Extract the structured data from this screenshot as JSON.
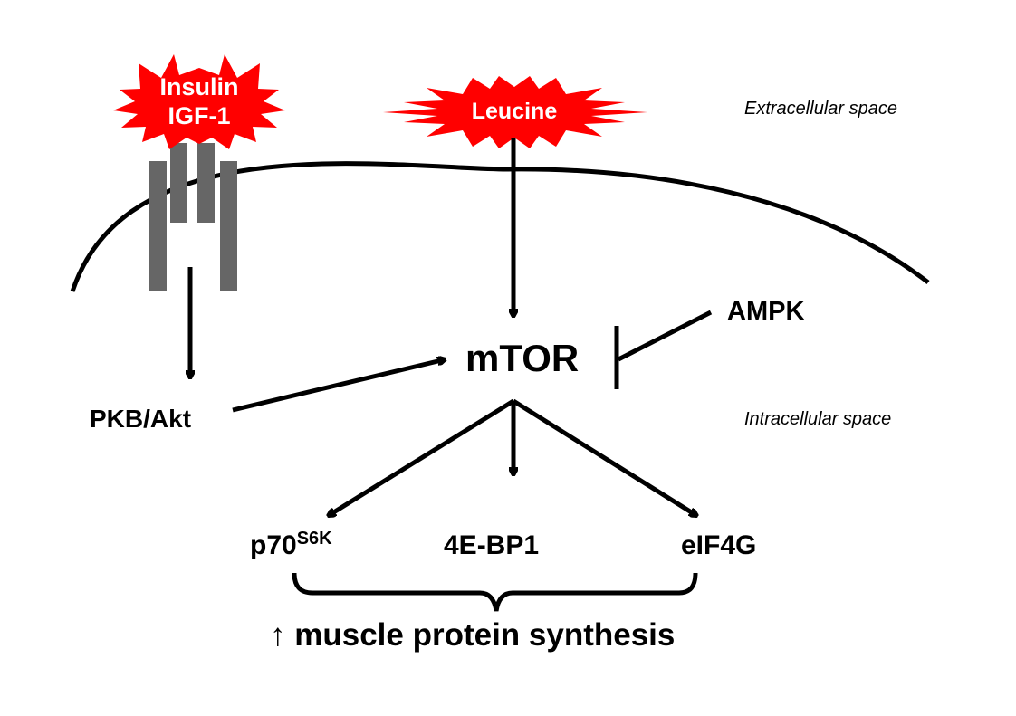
{
  "signals": {
    "insulin_line1": "Insulin",
    "insulin_line2": "IGF-1",
    "leucine": "Leucine"
  },
  "regions": {
    "extracellular": "Extracellular space",
    "intracellular": "Intracellular space"
  },
  "nodes": {
    "mtor": "mTOR",
    "ampk": "AMPK",
    "pkb_akt": "PKB/Akt",
    "p70_base": "p70",
    "p70_superscript": "S6K",
    "fourebp1": "4E-BP1",
    "eif4g": "eIF4G"
  },
  "outcome": "↑ muscle protein synthesis",
  "colors": {
    "signal_burst": "#ff0000",
    "signal_text": "#ffffff",
    "receptor": "#666666",
    "lines": "#000000"
  }
}
